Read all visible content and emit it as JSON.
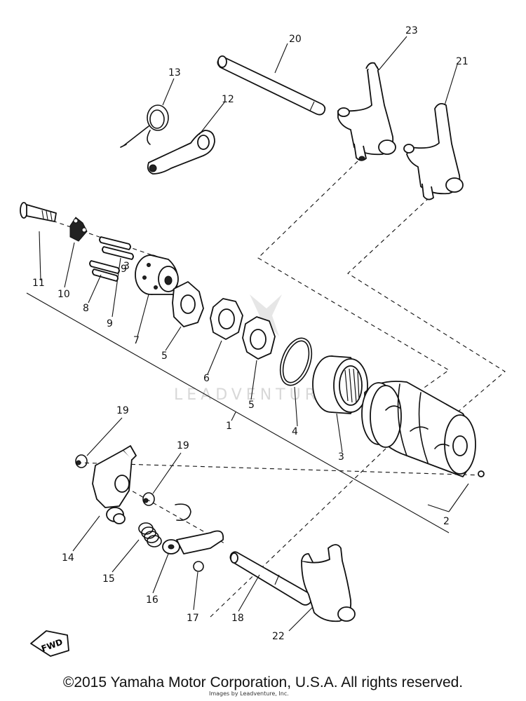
{
  "callouts": {
    "c1": "1",
    "c2": "2",
    "c3a": "3",
    "c3b": "3",
    "c4": "4",
    "c5a": "5",
    "c5b": "5",
    "c6": "6",
    "c7": "7",
    "c8": "8",
    "c9a": "9",
    "c9b": "9",
    "c10": "10",
    "c11": "11",
    "c12": "12",
    "c13": "13",
    "c14": "14",
    "c15": "15",
    "c16": "16",
    "c17": "17",
    "c18": "18",
    "c19a": "19",
    "c19b": "19",
    "c20": "20",
    "c21": "21",
    "c22": "22",
    "c23": "23"
  },
  "fwd_badge": "FWD",
  "watermark": "LEADVENTURE",
  "copyright": "©2015 Yamaha Motor Corporation, U.S.A. All rights reserved.",
  "sub_credit": "Images by Leadventure, Inc."
}
